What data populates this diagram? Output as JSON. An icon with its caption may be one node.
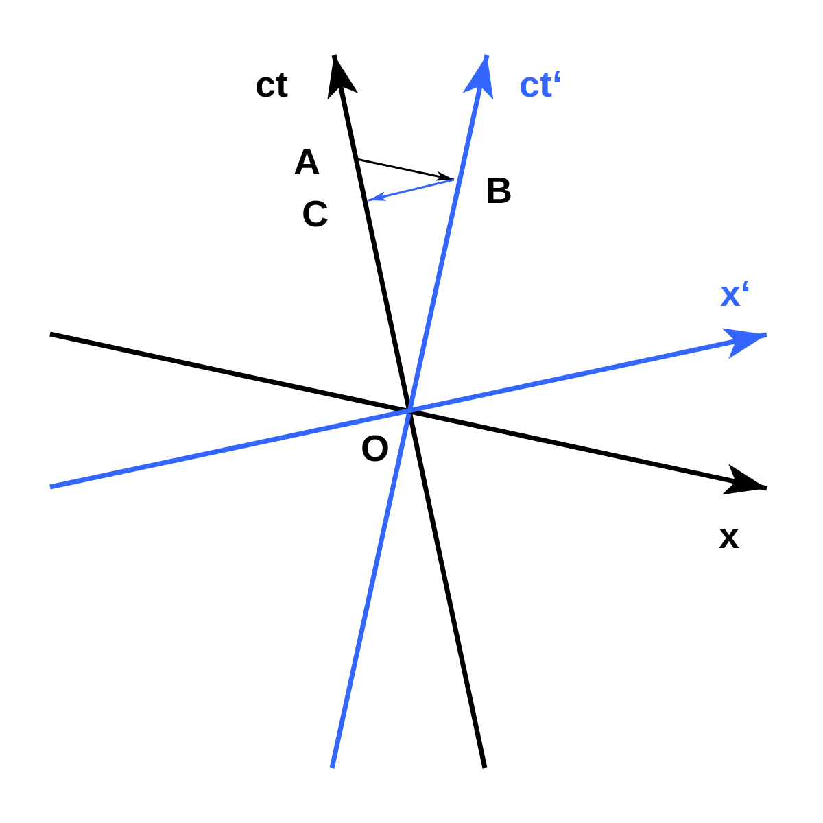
{
  "diagram": {
    "nodes": [
      {
        "text": [
          "A"
        ]
      },
      {
        "text": [
          "B"
        ]
      },
      {
        "text": [
          "C"
        ]
      }
    ],
    "edges": [
      {
        "from": 0,
        "to": 1,
        "arrow": "to"
      },
      {
        "from": 1,
        "to": 2,
        "arrow": "to",
        "color": "#3366ff"
      }
    ],
    "labels": [
      "ct",
      "ct‘",
      "x‘",
      "x",
      "O"
    ]
  }
}
